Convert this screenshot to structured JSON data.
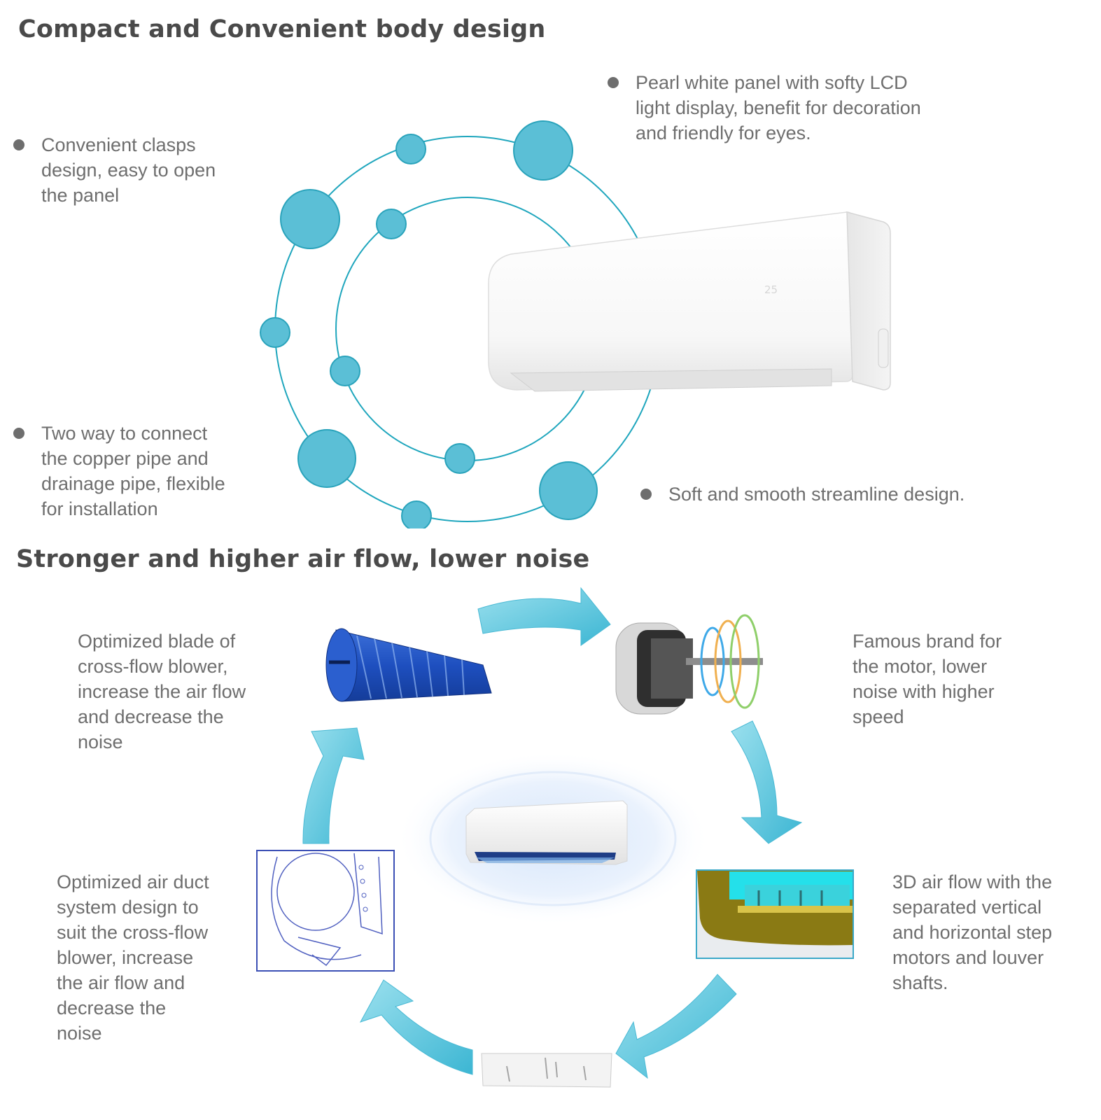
{
  "sections": {
    "design": {
      "title": "Compact and Convenient body design",
      "features": {
        "panel": [
          "Pearl white panel with softy LCD",
          "light display, benefit for decoration",
          "and friendly for eyes."
        ],
        "clasps": [
          "Convenient clasps",
          "design, easy to open",
          "the panel"
        ],
        "pipe": [
          "Two way to connect",
          "the copper pipe and",
          "drainage pipe, flexible",
          "for installation"
        ],
        "streamline": [
          "Soft and smooth streamline design."
        ]
      },
      "display_reading": "25"
    },
    "airflow": {
      "title": "Stronger and higher air flow, lower noise",
      "blade": [
        "Optimized blade of",
        "cross-flow blower,",
        "increase the air flow",
        "and decrease the",
        "noise"
      ],
      "motor": [
        "Famous brand for",
        "the  motor, lower",
        "noise with higher",
        "speed"
      ],
      "duct": [
        "Optimized air duct",
        "system design to",
        "suit the cross-flow",
        "blower, increase",
        "the air flow and",
        "decrease the",
        "noise"
      ],
      "louver": [
        "3D air flow with the",
        "separated vertical",
        "and horizontal step",
        "motors and louver",
        "shafts."
      ]
    }
  },
  "colors": {
    "accent": "#5bbfd6",
    "ring": "#1fa6bd",
    "text": "#6e6e6e",
    "title": "#4a4a4a"
  },
  "icons": [
    "bullet-dot",
    "cross-flow-fan-image",
    "motor-image",
    "duct-drawing-image",
    "louver-image",
    "cycle-arrow"
  ]
}
